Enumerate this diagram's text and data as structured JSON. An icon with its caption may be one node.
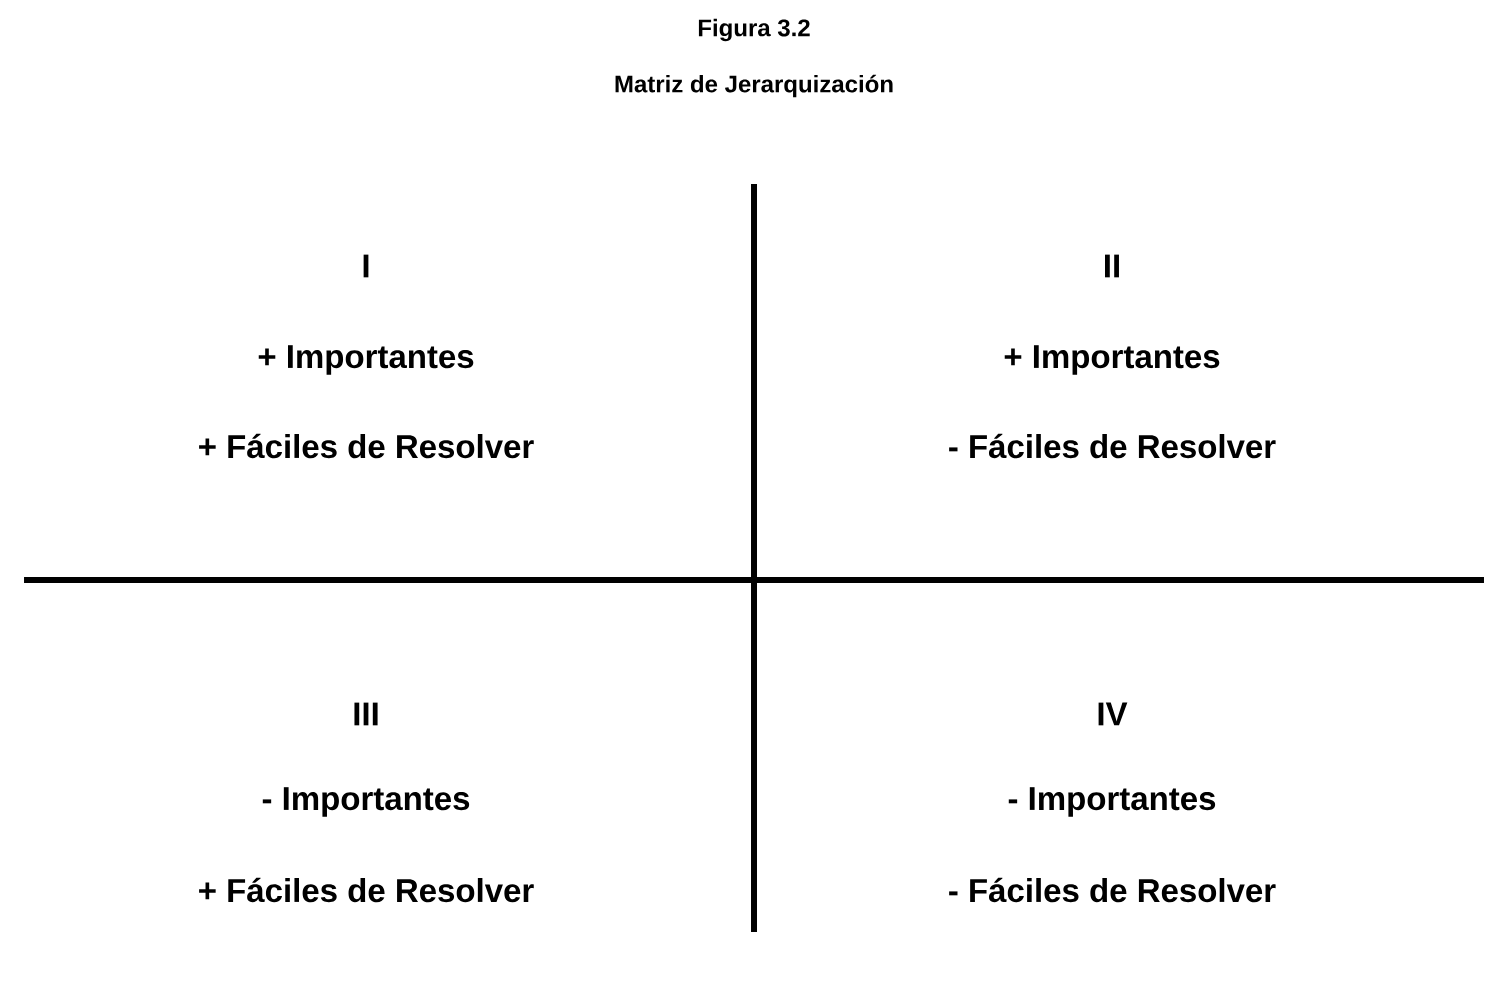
{
  "diagram": {
    "title": "Matriz de Jerarquización",
    "labels": [
      "Figura 3.2",
      "I",
      "+ Importantes",
      "+ Fáciles de Resolver",
      "II",
      "+ Importantes",
      "- Fáciles de Resolver",
      "III",
      "- Importantes",
      "+ Fáciles de Resolver",
      "IV",
      "- Importantes",
      "- Fáciles de Resolver"
    ]
  }
}
